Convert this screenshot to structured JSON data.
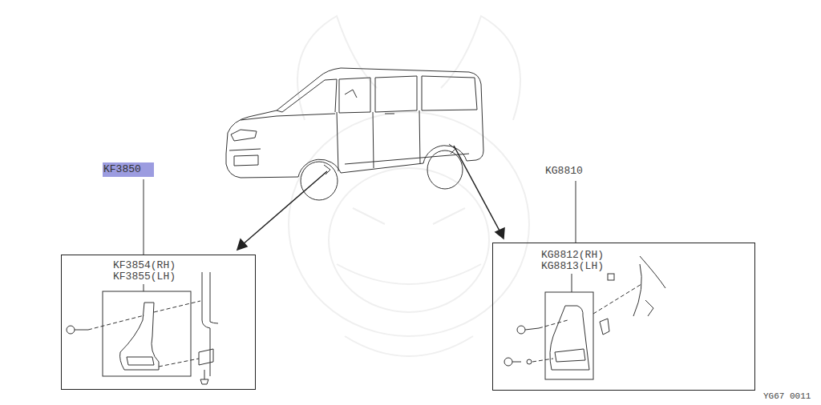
{
  "diagram": {
    "nodes": [
      {
        "text": [
          "KF3854(RH) KF3855(LH)"
        ]
      },
      {
        "text": [
          "KG8812(RH) KG8813(LH)"
        ]
      }
    ],
    "labels": [
      "KF3850",
      "KG8810",
      "YG67 0011"
    ]
  }
}
